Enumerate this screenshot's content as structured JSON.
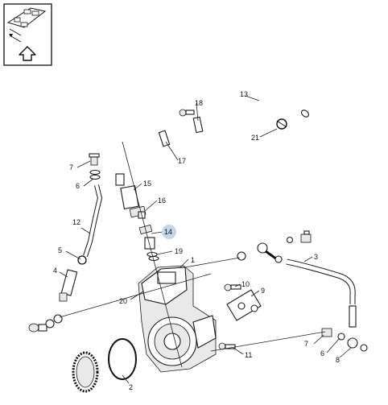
{
  "callouts": {
    "c1": "1",
    "c2": "2",
    "c3": "3",
    "c4": "4",
    "c5": "5",
    "c6a": "6",
    "c6b": "6",
    "c7a": "7",
    "c7b": "7",
    "c8": "8",
    "c9": "9",
    "c10": "10",
    "c11": "11",
    "c12": "12",
    "c13": "13",
    "c14": "14",
    "c15": "15",
    "c16": "16",
    "c17": "17",
    "c18": "18",
    "c19": "19",
    "c20": "20",
    "c21": "21"
  },
  "colors": {
    "highlight": "#c5d6ea",
    "line": "#222222"
  },
  "thumbnail": {
    "icon": "vehicle-location-thumbnail-icon",
    "nav_icon": "arrow-up-icon"
  }
}
